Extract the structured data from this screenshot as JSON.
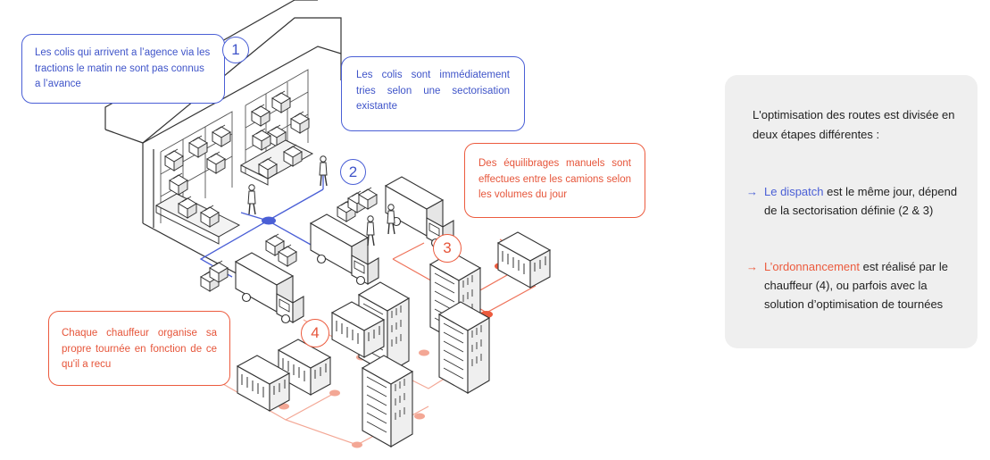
{
  "callouts": {
    "c1": "Les colis qui arrivent a l’agence via les tractions le matin ne sont pas connus a l’avance",
    "c2": "Les colis sont immédiatement tries selon une sectorisation existante",
    "c3": "Des équilibrages manuels sont effectues entre les camions selon les volumes du jour",
    "c4": "Chaque chauffeur organise sa propre tournée en fonction de ce qu'il a recu"
  },
  "steps": {
    "n1": "1",
    "n2": "2",
    "n3": "3",
    "n4": "4"
  },
  "panel": {
    "intro": "L'optimisation des routes est divisée en deux étapes différentes :",
    "arrow": "→",
    "item1": {
      "highlight": "Le dispatch",
      "rest": " est le même jour, dépend de la sectorisation définie (2 & 3)"
    },
    "item2": {
      "highlight": "L’ordonnancement",
      "rest": " est réalisé par le chauffeur (4), ou parfois avec la solution d’optimisation de tournées"
    }
  },
  "colors": {
    "blue": "#4a5fd6",
    "red": "#ec5b3e",
    "panel_bg": "#efefef"
  }
}
